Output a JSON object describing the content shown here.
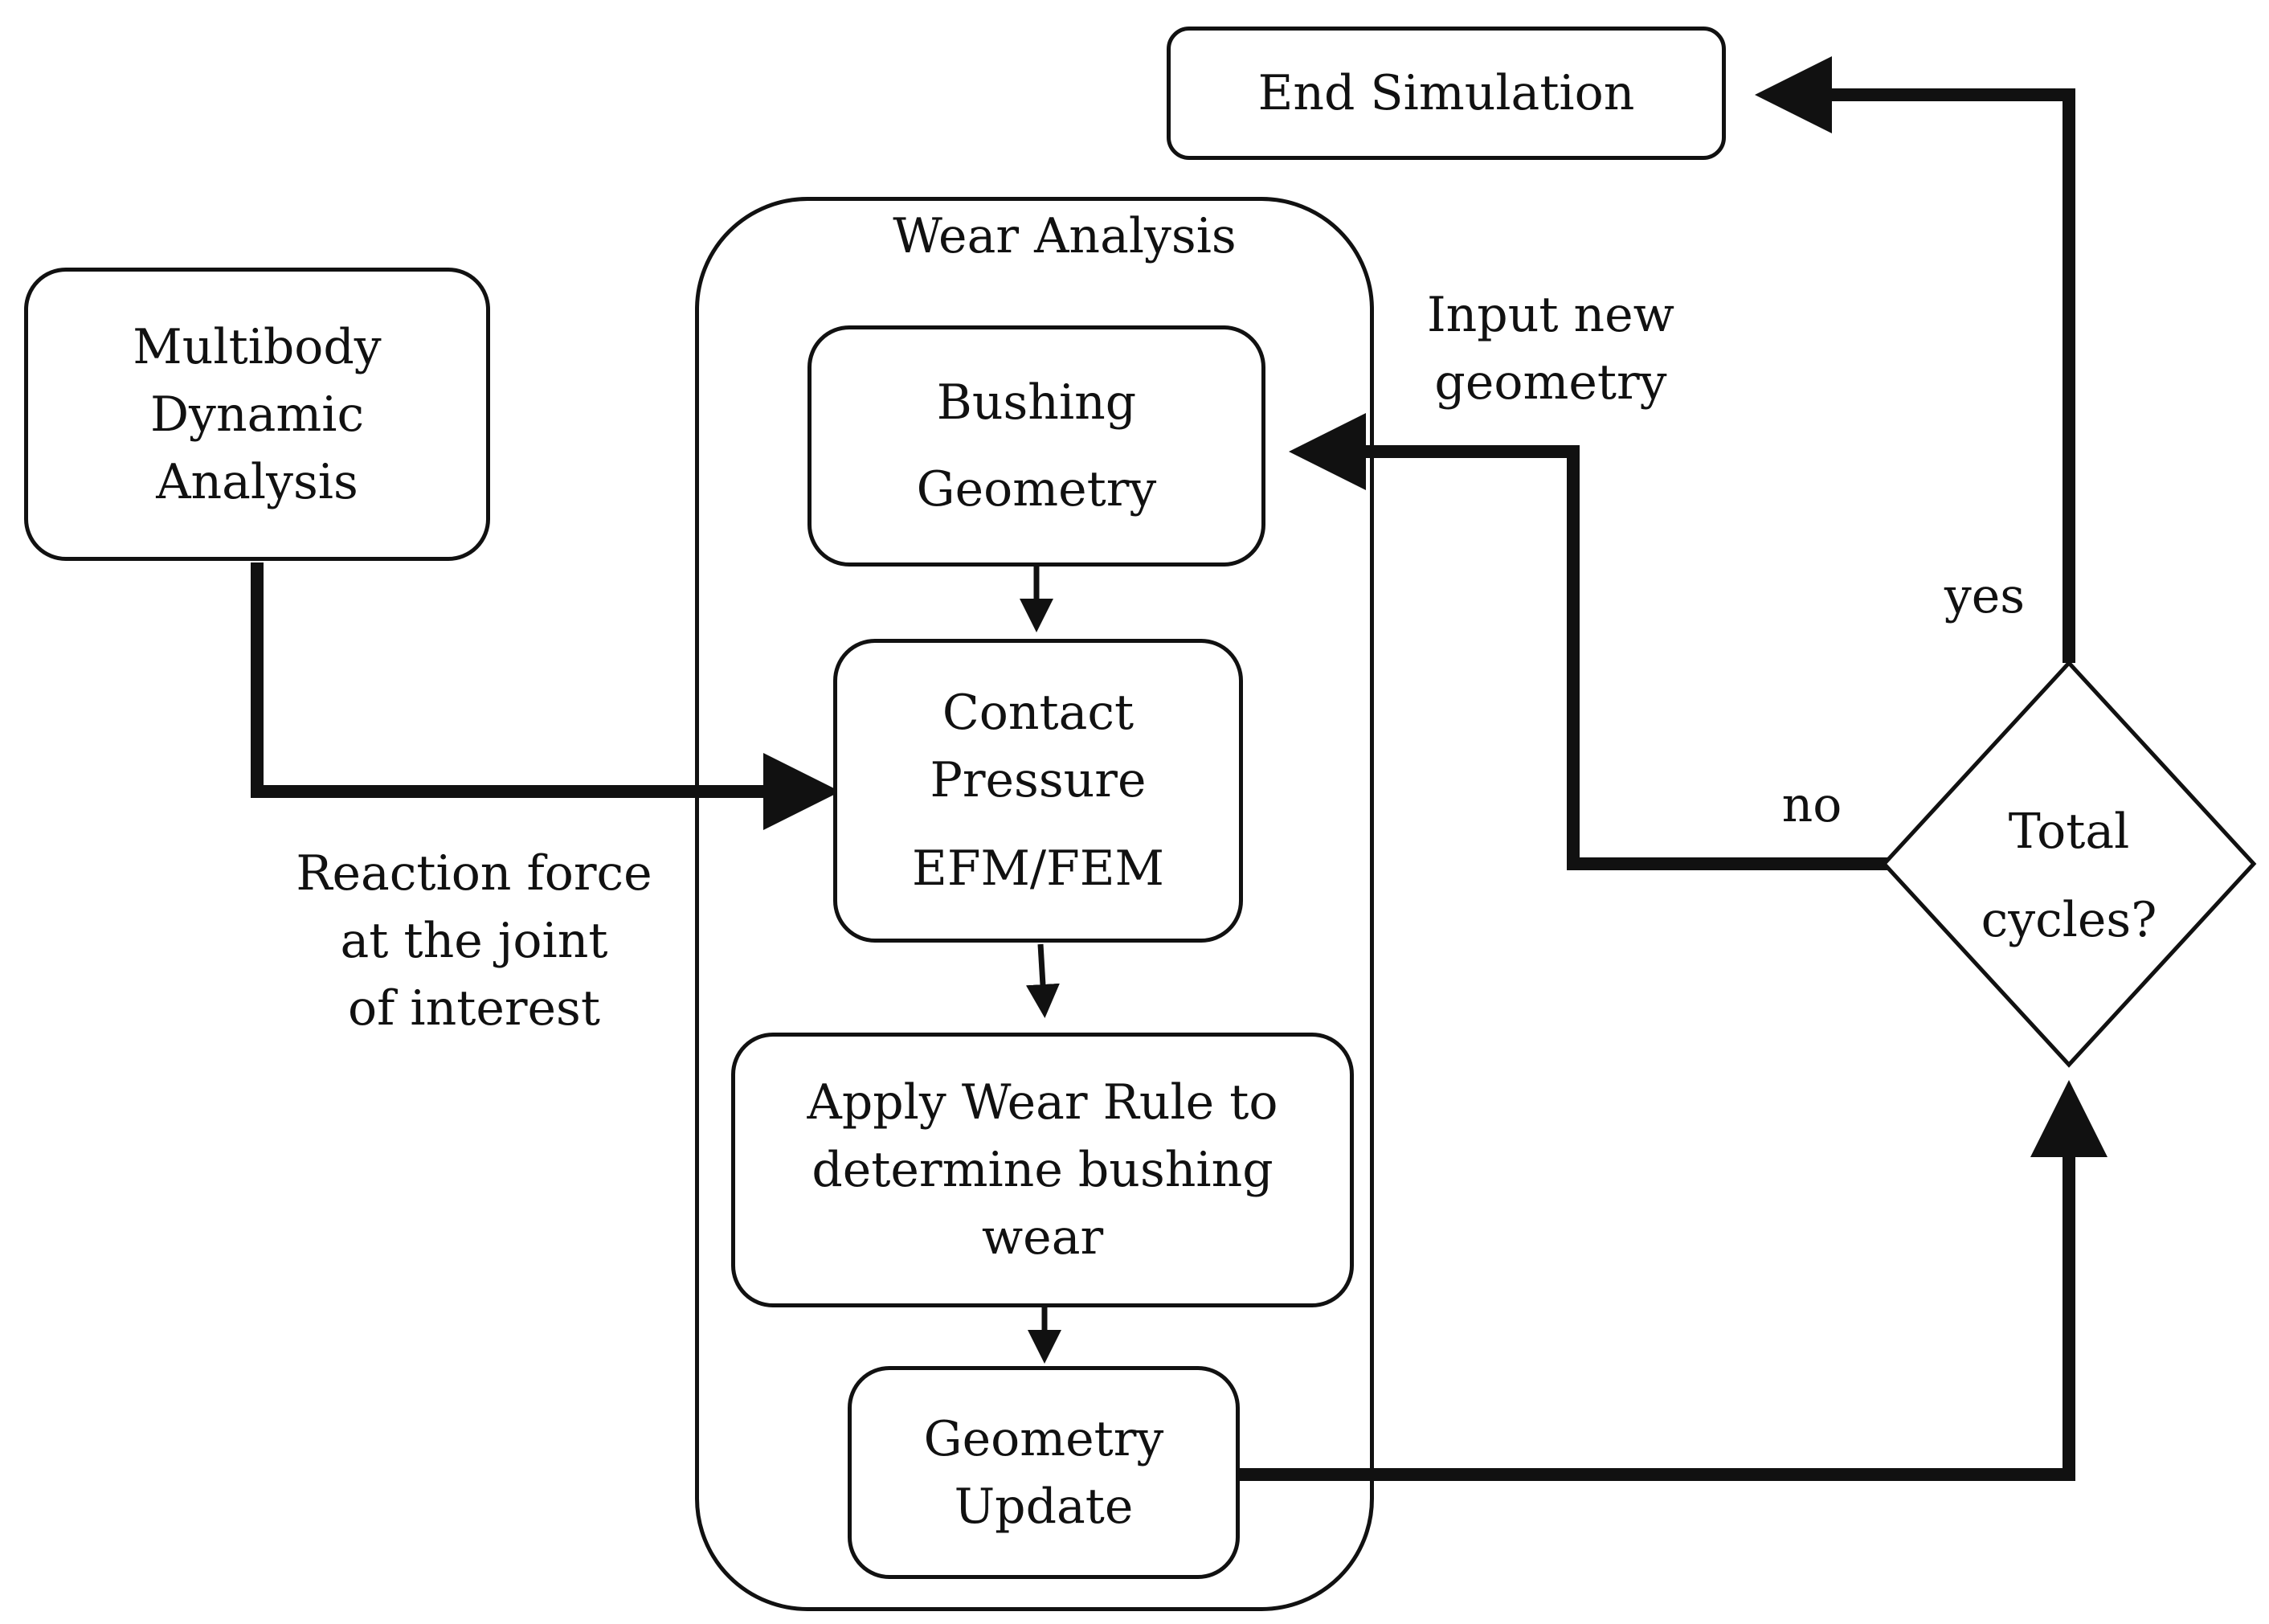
{
  "nodes": {
    "end_simulation": "End Simulation",
    "wear_analysis": "Wear Analysis",
    "multibody": [
      "Multibody",
      "Dynamic",
      "Analysis"
    ],
    "bushing_geometry": [
      "Bushing",
      "Geometry"
    ],
    "contact_pressure": [
      "Contact",
      "Pressure",
      "EFM/FEM"
    ],
    "apply_wear_rule": [
      "Apply Wear Rule to",
      "determine bushing",
      "wear"
    ],
    "geometry_update": [
      "Geometry",
      "Update"
    ],
    "decision": [
      "Total",
      "cycles?"
    ]
  },
  "edge_labels": {
    "reaction_force": [
      "Reaction force",
      "at the joint",
      "of interest"
    ],
    "input_new_geometry": [
      "Input new",
      "geometry"
    ],
    "yes": "yes",
    "no": "no"
  },
  "colors": {
    "stroke": "#111111",
    "background": "#ffffff"
  }
}
